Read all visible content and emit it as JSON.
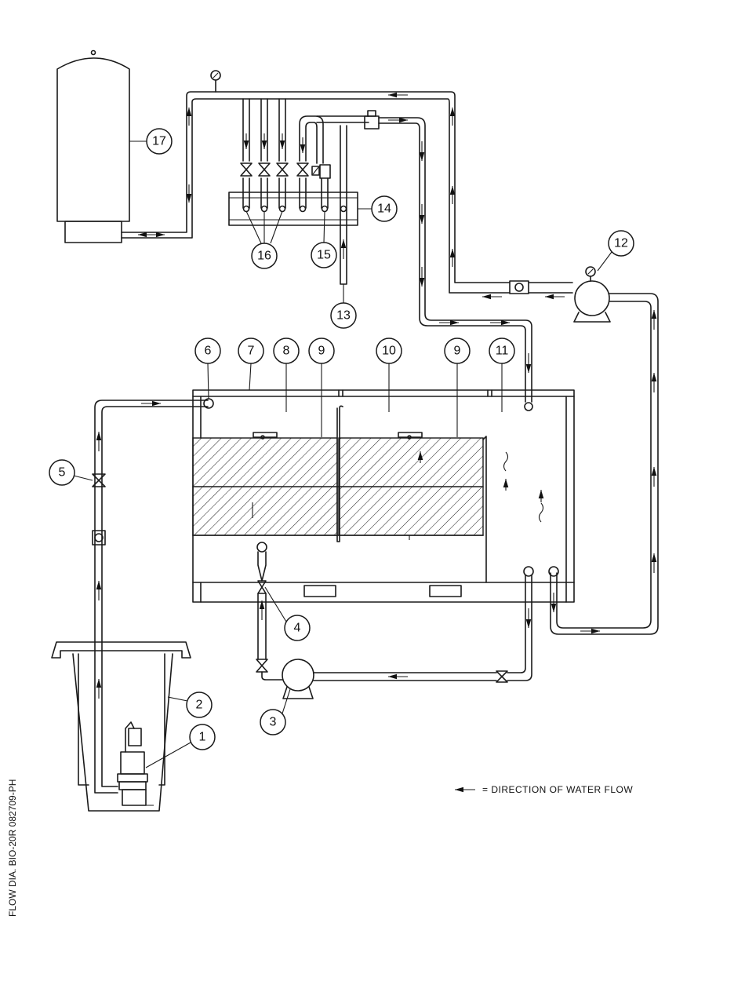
{
  "diagram": {
    "legend_text": "= DIRECTION OF WATER FLOW",
    "side_text": "FLOW DIA. BIO-20R 082709-PH",
    "callouts": [
      "1",
      "2",
      "3",
      "4",
      "5",
      "6",
      "7",
      "8",
      "9",
      "10",
      "9",
      "11",
      "12",
      "13",
      "14",
      "15",
      "16",
      "17"
    ]
  }
}
